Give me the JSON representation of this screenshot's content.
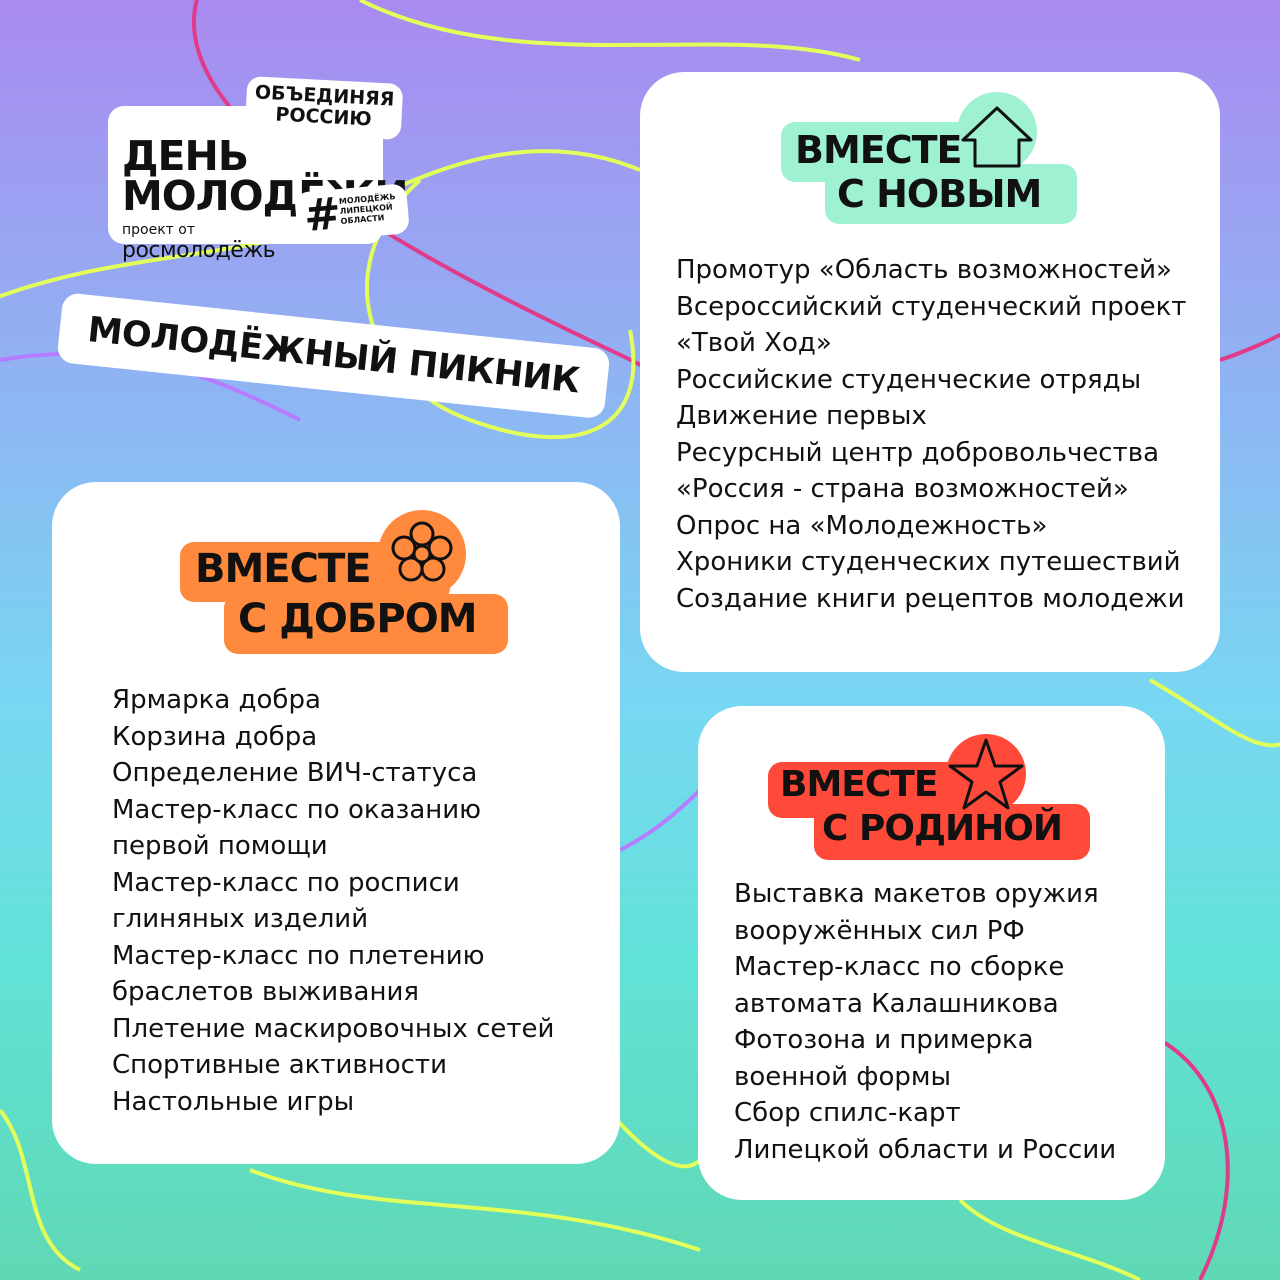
{
  "brand": {
    "day_line1": "ДЕНЬ",
    "day_line2": "МОЛОДЁЖИ",
    "project_of": "проект от",
    "rosmolodezh": "росмолодёжь",
    "unite_line1": "ОБЪЕДИНЯЯ",
    "unite_line2": "РОССИЮ",
    "hash_symbol": "#",
    "hash_line1": "МОЛОДЁЖЬ",
    "hash_line2": "ЛИПЕЦКОЙ",
    "hash_line3": "ОБЛАСТИ"
  },
  "title": "МОЛОДЁЖНЫЙ ПИКНИК",
  "colors": {
    "new": "#9ef2d2",
    "good": "#ff8a3d",
    "home": "#ff4a3a",
    "text": "#111111"
  },
  "sections": {
    "new": {
      "badge_line1": "ВМЕСТЕ",
      "badge_line2": "С НОВЫМ",
      "badge_icon": "arrow-up-icon",
      "items": [
        "Промотур «Область возможностей»",
        "Всероссийский студенческий проект",
        "«Твой Ход»",
        "Российские студенческие отряды",
        "Движение первых",
        "Ресурсный центр добровольчества",
        "«Россия - страна возможностей»",
        "Опрос на «Молодежность»",
        "Хроники студенческих путешествий",
        "Создание книги рецептов молодежи"
      ]
    },
    "good": {
      "badge_line1": "ВМЕСТЕ",
      "badge_line2": "С ДОБРОМ",
      "badge_icon": "flower-icon",
      "items": [
        "Ярмарка добра",
        "Корзина добра",
        "Определение ВИЧ-статуса",
        "Мастер-класс по оказанию",
        "первой помощи",
        "Мастер-класс по росписи",
        "глиняных изделий",
        "Мастер-класс по плетению",
        "браслетов выживания",
        "Плетение маскировочных сетей",
        "Спортивные активности",
        "Настольные игры"
      ]
    },
    "home": {
      "badge_line1": "ВМЕСТЕ",
      "badge_line2": "С РОДИНОЙ",
      "badge_icon": "star-icon",
      "items": [
        "Выставка макетов оружия",
        "вооружённых сил РФ",
        "Мастер-класс по сборке",
        "автомата Калашникова",
        "Фотозона и примерка",
        "военной формы",
        "Сбор спилс-карт",
        "Липецкой области и России"
      ]
    }
  }
}
